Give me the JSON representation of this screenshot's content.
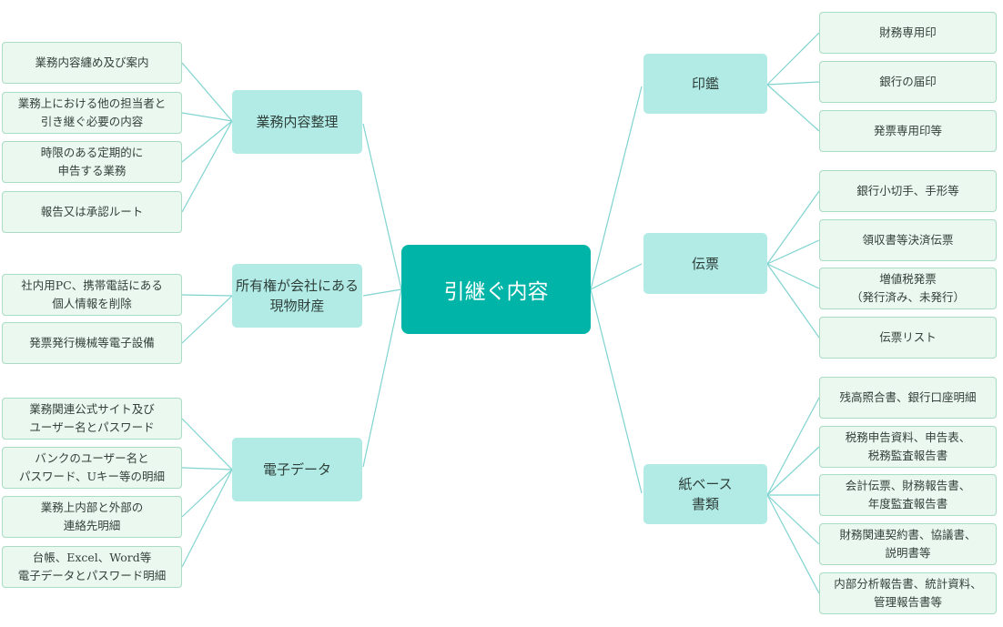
{
  "colors": {
    "center_fill": "#00b5a7",
    "category_fill": "#b2ebe6",
    "leaf_fill": "#eaf8ef",
    "leaf_border": "#a9dcc2",
    "connector": "#7fd3d0"
  },
  "center": {
    "label": "引継ぐ内容"
  },
  "left": [
    {
      "label": [
        "業務内容整理"
      ],
      "items": [
        [
          "業務内容纏め及び案内"
        ],
        [
          "業務上における他の担当者と",
          "引き継ぐ必要の内容"
        ],
        [
          "時限のある定期的に",
          "申告する業務"
        ],
        [
          "報告又は承認ルート"
        ]
      ]
    },
    {
      "label": [
        "所有権が会社にある",
        "現物財産"
      ],
      "items": [
        [
          "社内用PC、携帯電話にある",
          "個人情報を削除"
        ],
        [
          "発票発行機械等電子設備"
        ]
      ]
    },
    {
      "label": [
        "電子データ"
      ],
      "items": [
        [
          "業務関連公式サイト及び",
          "ユーザー名とパスワード"
        ],
        [
          "バンクのユーザー名と",
          "パスワード、Uキー等の明細"
        ],
        [
          "業務上内部と外部の",
          "連絡先明細"
        ],
        [
          "台帳、Excel、Word等",
          "電子データとパスワード明細"
        ]
      ]
    }
  ],
  "right": [
    {
      "label": [
        "印鑑"
      ],
      "items": [
        [
          "財務専用印"
        ],
        [
          "銀行の届印"
        ],
        [
          "発票専用印等"
        ]
      ]
    },
    {
      "label": [
        "伝票"
      ],
      "items": [
        [
          "銀行小切手、手形等"
        ],
        [
          "領収書等決済伝票"
        ],
        [
          "増値税発票",
          "（発行済み、未発行）"
        ],
        [
          "伝票リスト"
        ]
      ]
    },
    {
      "label": [
        "紙ベース",
        "書類"
      ],
      "items": [
        [
          "残高照合書、銀行口座明細"
        ],
        [
          "税務申告資料、申告表、",
          "税務監査報告書"
        ],
        [
          "会計伝票、財務報告書、",
          "年度監査報告書"
        ],
        [
          "財務関連契約書、協議書、",
          "説明書等"
        ],
        [
          "内部分析報告書、統計資料、",
          "管理報告書等"
        ]
      ]
    }
  ]
}
